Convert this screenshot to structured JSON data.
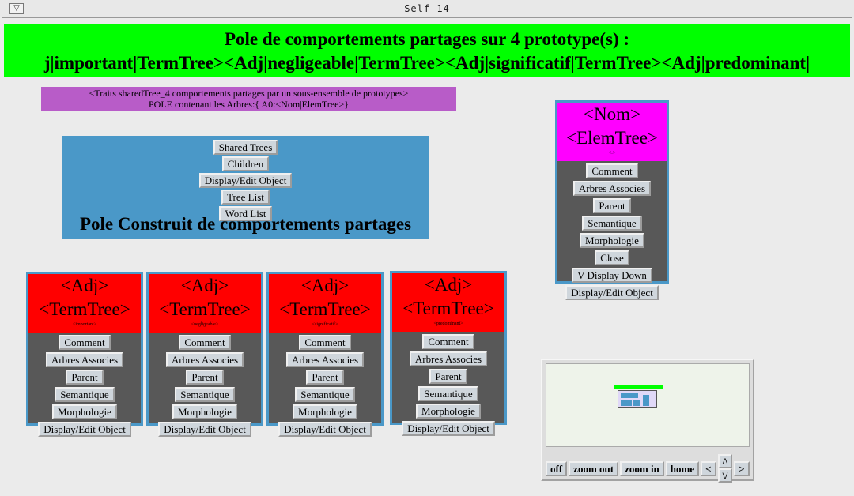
{
  "window": {
    "title": "Self 14",
    "menu_glyph": "▽"
  },
  "header": {
    "line1": "Pole de comportements partages sur 4 prototype(s) :",
    "line2": "j|important|TermTree><Adj|negligeable|TermTree><Adj|significatif|TermTree><Adj|predominant|"
  },
  "traits": {
    "line1": "<Traits sharedTree_4 comportements partages par un sous-ensemble de prototypes>",
    "line2": "POLE contenant les Arbres:{ A0:<Nom|ElemTree>}"
  },
  "pole": {
    "buttons": [
      "Shared Trees",
      "Children",
      "Display/Edit Object",
      "Tree List",
      "Word List"
    ],
    "caption": "Pole Construit de comportements partages"
  },
  "adj_nodes": [
    {
      "l1": "<Adj>",
      "l2": "<TermTree>",
      "sub": "<important>",
      "buttons": [
        "Comment",
        "Arbres Associes",
        "Parent",
        "Semantique",
        "Morphologie",
        "Display/Edit Object"
      ]
    },
    {
      "l1": "<Adj>",
      "l2": "<TermTree>",
      "sub": "<negligeable>",
      "buttons": [
        "Comment",
        "Arbres Associes",
        "Parent",
        "Semantique",
        "Morphologie",
        "Display/Edit Object"
      ]
    },
    {
      "l1": "<Adj>",
      "l2": "<TermTree>",
      "sub": "<significatif>",
      "buttons": [
        "Comment",
        "Arbres Associes",
        "Parent",
        "Semantique",
        "Morphologie",
        "Display/Edit Object"
      ]
    },
    {
      "l1": "<Adj>",
      "l2": "<TermTree>",
      "sub": "<predominant>",
      "buttons": [
        "Comment",
        "Arbres Associes",
        "Parent",
        "Semantique",
        "Morphologie",
        "Display/Edit Object"
      ]
    }
  ],
  "nom_node": {
    "l1": "<Nom>",
    "l2": "<ElemTree>",
    "sub": "<.>",
    "buttons": [
      "Comment",
      "Arbres Associes",
      "Parent",
      "Semantique",
      "Morphologie",
      "Close",
      "V Display Down",
      "Display/Edit Object"
    ]
  },
  "navigator": {
    "buttons": {
      "off": "off",
      "zoom_out": "zoom out",
      "zoom_in": "zoom in",
      "home": "home",
      "left": "<",
      "up": "/\\",
      "down": "\\/",
      "right": ">"
    }
  },
  "colors": {
    "header_bg": "#00ff00",
    "traits_bg": "#b85cc8",
    "pole_bg": "#4a98c8",
    "adj_head": "#ff0000",
    "nom_head": "#ff00ff",
    "node_body": "#585858",
    "button": "#cfd6dc"
  }
}
